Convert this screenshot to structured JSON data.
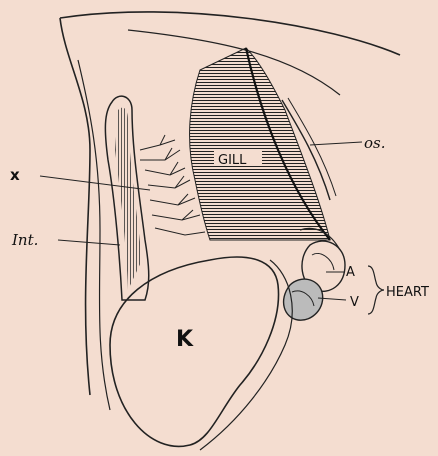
{
  "background": "#f4ddd0",
  "ink": "#1a1a1a",
  "labels": {
    "x": "x",
    "gill": "GILL",
    "os": "os.",
    "int": "Int.",
    "a": "A",
    "heart": "HEART",
    "v": "V",
    "k": "K"
  }
}
